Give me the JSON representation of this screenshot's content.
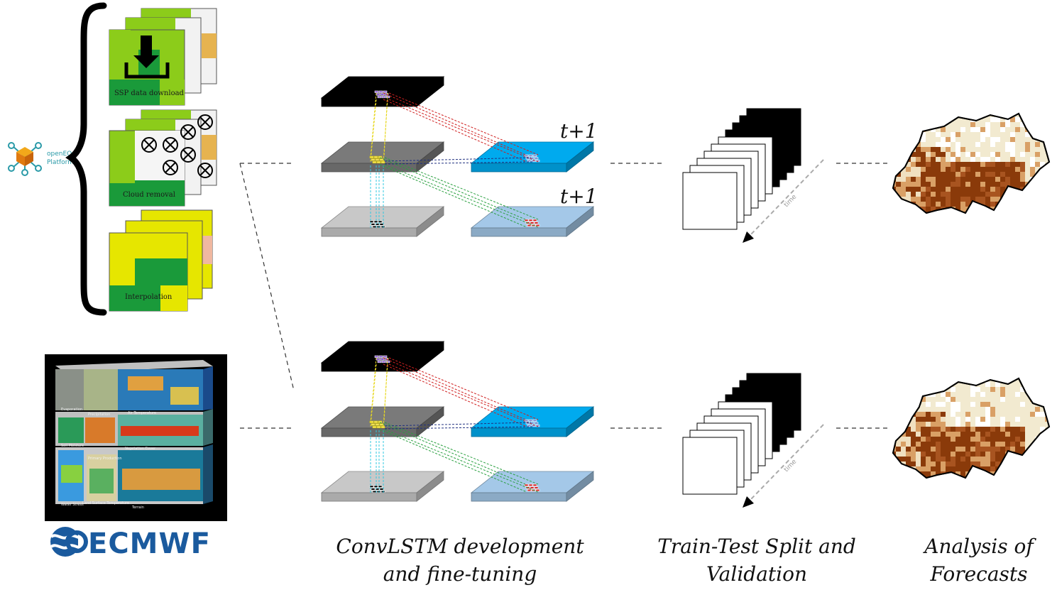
{
  "openeo": {
    "logo_line1": "openEO",
    "logo_line2": "Platform"
  },
  "preprocessing": {
    "step1_label": "SSP data download",
    "step2_label": "Cloud removal",
    "step3_label": "Interpolation"
  },
  "ecmwf": {
    "logo_text": "ECMWF",
    "cube_labels": [
      "Evaporation",
      "Precipitation",
      "Air Temperature",
      "Soil Moisture",
      "Primary Production",
      "Vegetation Cover",
      "Water Stress",
      "Land Surface Temperature",
      "Terrain"
    ]
  },
  "model": {
    "step_label_top": "t+1",
    "step_label_bottom": "t+1"
  },
  "split": {
    "axis_label": "time"
  },
  "captions": {
    "convlstm_line1": "ConvLSTM development",
    "convlstm_line2": "and fine-tuning",
    "split_line1": "Train-Test Split and",
    "split_line2": "Validation",
    "analysis_line1": "Analysis of",
    "analysis_line2": "Forecasts"
  },
  "colors": {
    "green_bright": "#8ccc1a",
    "green_dark": "#1a9a3a",
    "yellow": "#e6e600",
    "orange": "#e6b350",
    "peach": "#f0b8a0",
    "black_slab": "#000000",
    "gray_dark": "#7a7a7a",
    "gray_light": "#c8c8c8",
    "blue_bright": "#00aaee",
    "blue_light": "#a4c8e8",
    "map_dark": "#8a3a0a",
    "map_mid": "#d9a066",
    "map_light": "#f2ead0",
    "ecmwf_blue": "#1a5a9e"
  }
}
